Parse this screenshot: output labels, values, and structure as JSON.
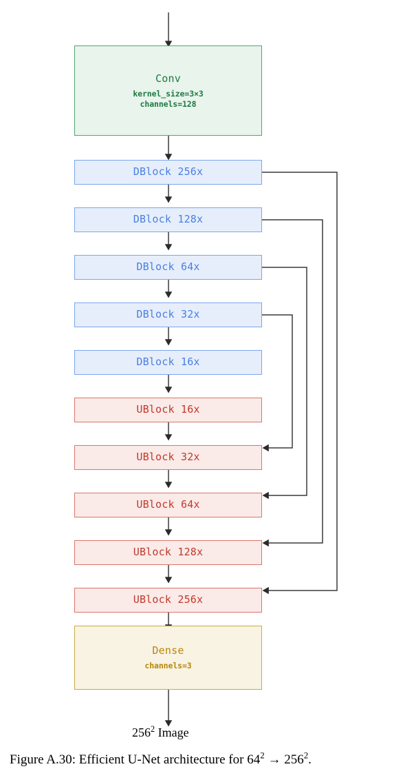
{
  "figure": {
    "caption_prefix": "Figure A.30: Efficient U-Net architecture for ",
    "caption_from": "64",
    "caption_from_exp": "2",
    "caption_arrow": " → ",
    "caption_to": "256",
    "caption_to_exp": "2",
    "caption_suffix": "."
  },
  "diagram": {
    "input_arrow_label": "",
    "output_label_base": "256",
    "output_label_exp": "2",
    "output_label_text": " Image",
    "colors": {
      "conv_fill": "#e8f4ec",
      "conv_border": "#56a270",
      "conv_text": "#1f7a43",
      "dblock_fill": "#e6eefc",
      "dblock_border": "#7aa7ec",
      "dblock_text": "#4a7fe0",
      "ublock_fill": "#faeae8",
      "ublock_border": "#d9766a",
      "ublock_text": "#c0392b",
      "dense_fill": "#f8f3e3",
      "dense_border": "#c9ab46",
      "dense_text": "#b8860b",
      "wire": "#3a3a3a"
    },
    "blocks": [
      {
        "id": "conv",
        "kind": "conv",
        "title": "Conv",
        "sub1": "kernel_size=3×3",
        "sub2": "channels=128"
      },
      {
        "id": "dblock-256x",
        "kind": "dblock",
        "title": "DBlock 256x"
      },
      {
        "id": "dblock-128x",
        "kind": "dblock",
        "title": "DBlock 128x"
      },
      {
        "id": "dblock-64x",
        "kind": "dblock",
        "title": "DBlock 64x"
      },
      {
        "id": "dblock-32x",
        "kind": "dblock",
        "title": "DBlock 32x"
      },
      {
        "id": "dblock-16x",
        "kind": "dblock",
        "title": "DBlock 16x"
      },
      {
        "id": "ublock-16x",
        "kind": "ublock",
        "title": "UBlock 16x"
      },
      {
        "id": "ublock-32x",
        "kind": "ublock",
        "title": "UBlock 32x"
      },
      {
        "id": "ublock-64x",
        "kind": "ublock",
        "title": "UBlock 64x"
      },
      {
        "id": "ublock-128x",
        "kind": "ublock",
        "title": "UBlock 128x"
      },
      {
        "id": "ublock-256x",
        "kind": "ublock",
        "title": "UBlock 256x"
      },
      {
        "id": "dense",
        "kind": "dense",
        "title": "Dense",
        "sub1": "channels=3"
      }
    ],
    "skip_connections": [
      {
        "from": "dblock-256x",
        "to": "ublock-256x"
      },
      {
        "from": "dblock-128x",
        "to": "ublock-128x"
      },
      {
        "from": "dblock-64x",
        "to": "ublock-64x"
      },
      {
        "from": "dblock-32x",
        "to": "ublock-32x"
      }
    ]
  }
}
